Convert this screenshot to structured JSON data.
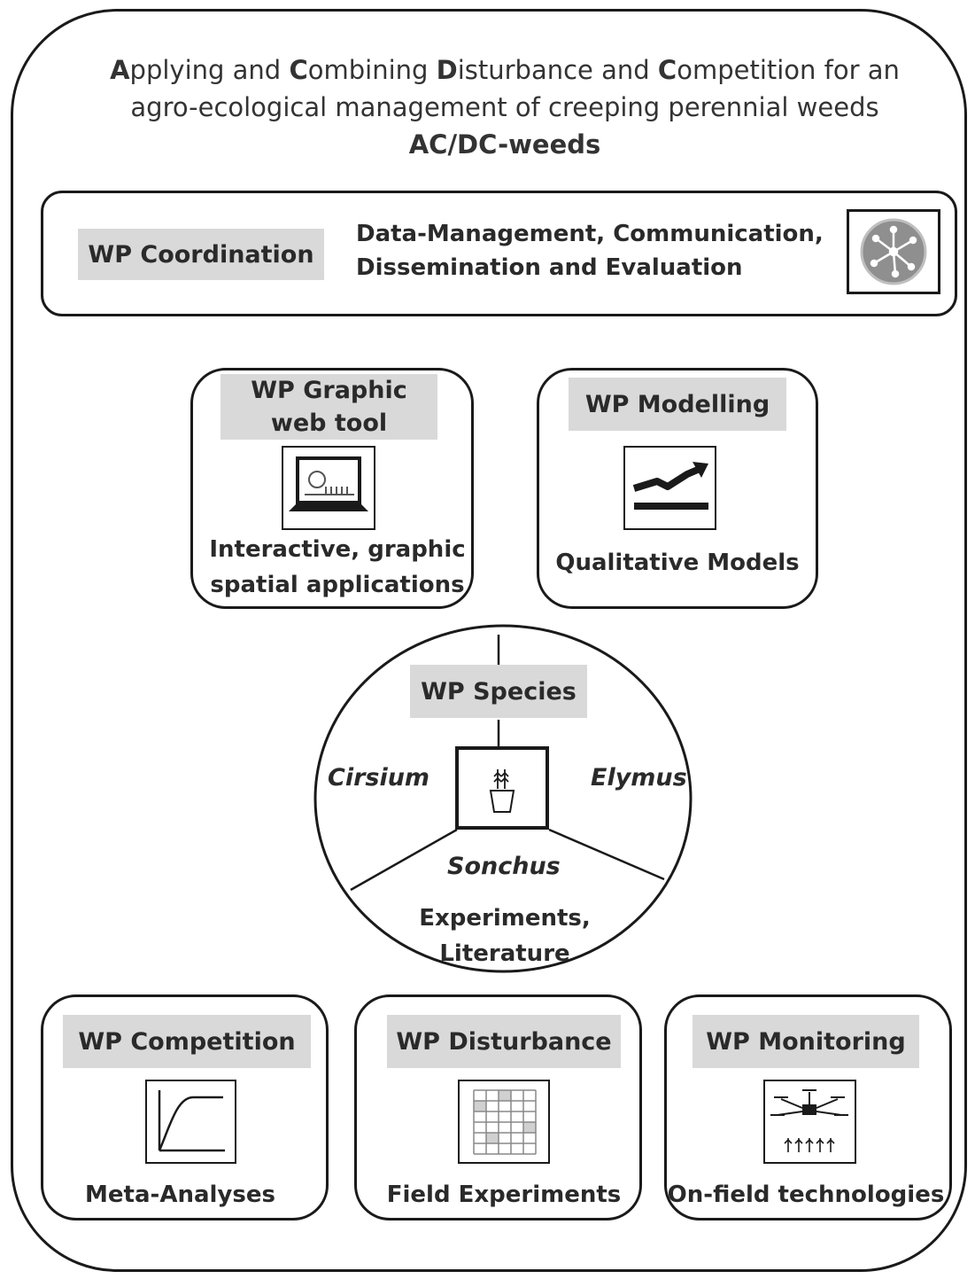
{
  "title": {
    "line1_parts": [
      "A",
      "pplying and ",
      "C",
      "ombining ",
      "D",
      "isturbance and ",
      "C",
      "ompetition for an"
    ],
    "line2": "agro-ecological management of creeping perennial weeds",
    "line3": "AC/DC-weeds"
  },
  "coordination": {
    "label": "WP Coordination",
    "desc_line1": "Data-Management, Communication,",
    "desc_line2": "Dissemination and Evaluation",
    "icon": "network-hub-icon"
  },
  "graphic": {
    "label_line1": "WP Graphic",
    "label_line2": "web tool",
    "icon": "laptop-icon",
    "desc_line1": "Interactive, graphic",
    "desc_line2": "spatial applications"
  },
  "modelling": {
    "label": "WP Modelling",
    "icon": "trend-chart-icon",
    "desc": "Qualitative Models"
  },
  "species": {
    "label": "WP Species",
    "icon": "potted-plant-icon",
    "left": "Cirsium",
    "right": "Elymus",
    "bottom": "Sonchus",
    "desc_line1": "Experiments,",
    "desc_line2": "Literature"
  },
  "competition": {
    "label": "WP Competition",
    "icon": "saturation-curve-icon",
    "desc": "Meta-Analyses"
  },
  "disturbance": {
    "label": "WP Disturbance",
    "icon": "field-grid-icon",
    "desc": "Field Experiments"
  },
  "monitoring": {
    "label": "WP Monitoring",
    "icon": "drone-icon",
    "desc": "On-field technologies"
  }
}
